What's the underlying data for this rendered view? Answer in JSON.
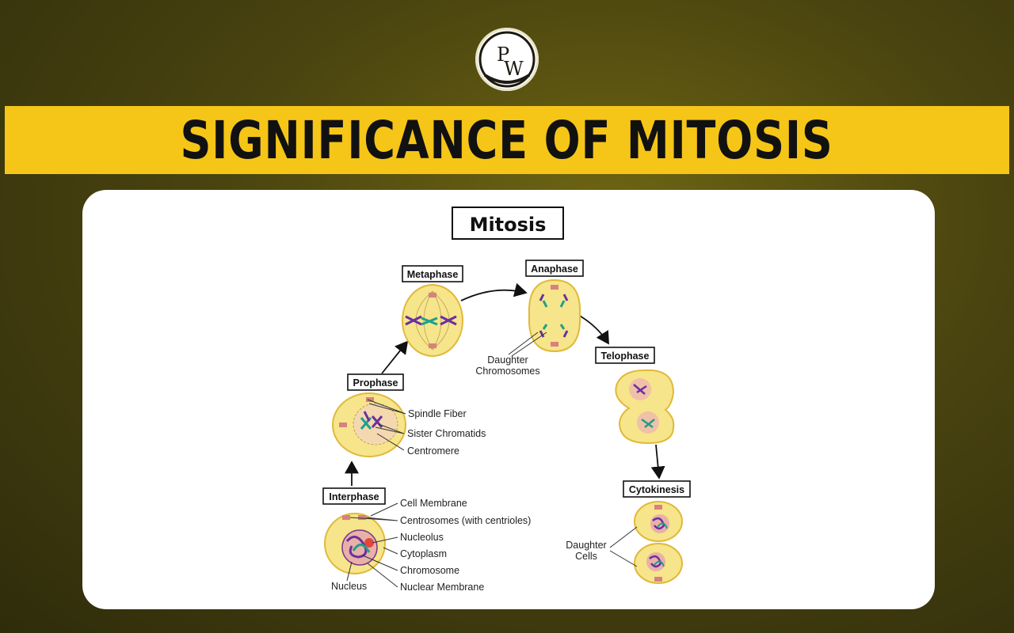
{
  "banner": {
    "title": "SIGNIFICANCE OF MITOSIS"
  },
  "logo": {
    "letters": "PW",
    "icon": "pw-logo"
  },
  "diagram": {
    "title": "Mitosis",
    "stages": {
      "interphase": "Interphase",
      "prophase": "Prophase",
      "metaphase": "Metaphase",
      "anaphase": "Anaphase",
      "telophase": "Telophase",
      "cytokinesis": "Cytokinesis"
    },
    "labels": {
      "spindle_fiber": "Spindle Fiber",
      "sister_chromatids": "Sister Chromatids",
      "centromere": "Centromere",
      "cell_membrane": "Cell Membrane",
      "centrosomes": "Centrosomes (with centrioles)",
      "nucleolus": "Nucleolus",
      "cytoplasm": "Cytoplasm",
      "chromosome": "Chromosome",
      "nuclear_membrane": "Nuclear Membrane",
      "nucleus": "Nucleus",
      "daughter_chromosomes_1": "Daughter",
      "daughter_chromosomes_2": "Chromosomes",
      "daughter_cells_1": "Daughter",
      "daughter_cells_2": "Cells"
    }
  },
  "colors": {
    "banner": "#f5c518",
    "background": "#4a4410",
    "cell_fill": "#f6e58a",
    "chromosome_purple": "#6a2fa0",
    "chromosome_teal": "#1fa08a"
  }
}
